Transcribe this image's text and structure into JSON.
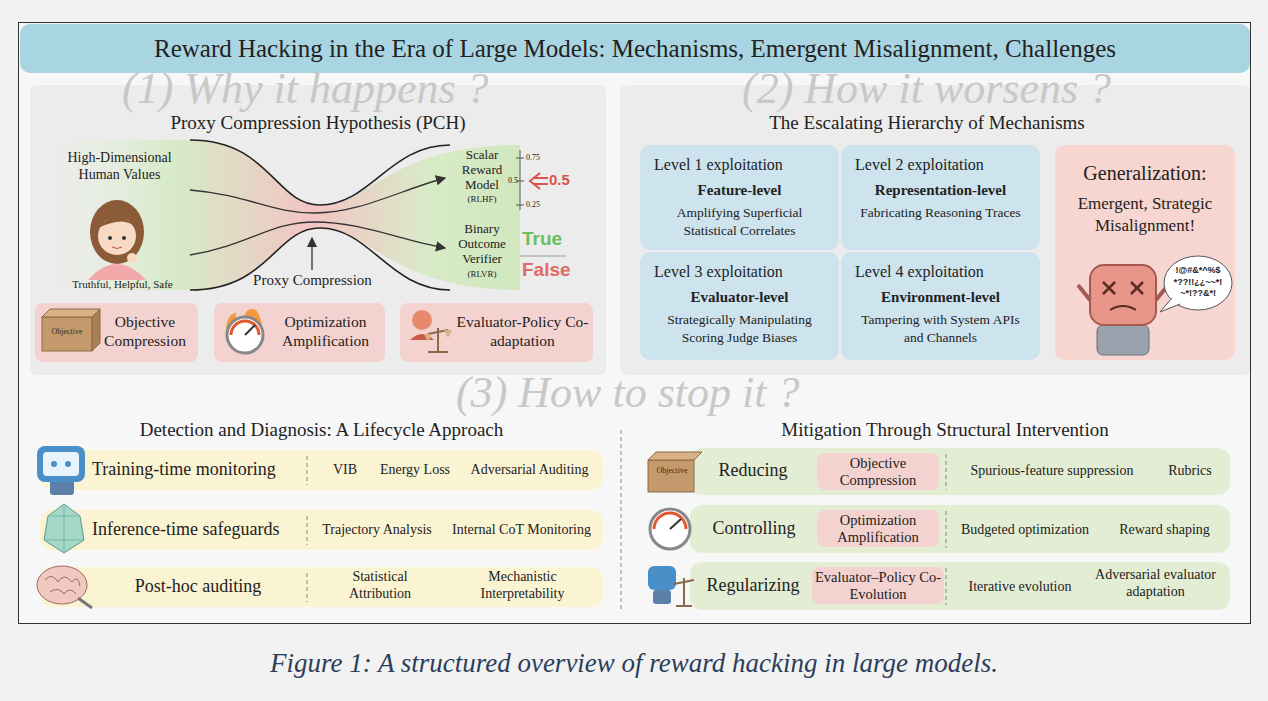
{
  "diagram": {
    "title": "Reward Hacking in the Era of Large Models: Mechanisms, Emergent Misalignment, Challenges",
    "caption": "Figure 1: A structured overview of reward hacking in large models.",
    "nodes": [
      {
        "text": [
          "Proxy Compression Hypothesis (PCH)"
        ]
      },
      {
        "text": [
          "Objective Compression"
        ],
        "in": 0
      },
      {
        "text": [
          "Optimization Amplification"
        ],
        "in": 0
      },
      {
        "text": [
          "Evaluator-Policy Co-adaptation"
        ],
        "in": 0
      },
      {
        "text": [
          "The Escalating Hierarchy of Mechanisms"
        ]
      },
      {
        "text": [
          "Level 1 exploitation",
          "Feature-level",
          "Amplifying Superficial Statistical Correlates"
        ],
        "in": 4
      },
      {
        "text": [
          "Level 2 exploitation",
          "Representation-level",
          "Fabricating Reasoning Traces"
        ],
        "in": 4
      },
      {
        "text": [
          "Level 3 exploitation",
          "Evaluator-level",
          "Strategically Manipulating Scoring Judge Biases"
        ],
        "in": 4
      },
      {
        "text": [
          "Level 4 exploitation",
          "Environment-level",
          "Tampering with System APIs and Channels"
        ],
        "in": 4
      },
      {
        "text": [
          "Generalization:",
          "Emergent, Strategic Misalignment!"
        ],
        "in": 4
      },
      {
        "text": [
          "Training-time monitoring",
          "VIB",
          "Energy Loss",
          "Adversarial Auditing"
        ]
      },
      {
        "text": [
          "Inference-time safeguards",
          "Trajectory Analysis",
          "Internal CoT Monitoring"
        ]
      },
      {
        "text": [
          "Post-hoc auditing",
          "Statistical Attribution",
          "Mechanistic Interpretability"
        ]
      },
      {
        "text": [
          "Reducing",
          "Spurious-feature suppression",
          "Rubrics"
        ]
      },
      {
        "text": [
          "Objective Compression"
        ],
        "in": 13
      },
      {
        "text": [
          "Controlling",
          "Budgeted optimization",
          "Reward shaping"
        ]
      },
      {
        "text": [
          "Optimization Amplification"
        ],
        "in": 15
      },
      {
        "text": [
          "Regularizing",
          "Iterative evolution",
          "Adversarial evaluator adaptation"
        ]
      },
      {
        "text": [
          "Evaluator–Policy Co-Evolution"
        ],
        "in": 17
      }
    ],
    "labels": [
      "(1) Why it happens ?",
      "(2) How it worsens ?",
      "High-Dimensional Human Values",
      "Scalar Reward Model",
      "0.75",
      "0.5",
      "0.5",
      "(RLHF)",
      "0.25",
      "Binary Outcome Verifier",
      "True",
      "False",
      "(RLVR)",
      "Truthful, Helpful, Safe",
      "Proxy Compression",
      "Objective",
      "!@#&*^%$ *??!!¿¿~~*! ~*!??&*!",
      "(3) How to stop it ?",
      "Detection and Diagnosis: A Lifecycle Approach",
      "Mitigation Through Structural Intervention",
      "Objective"
    ]
  }
}
